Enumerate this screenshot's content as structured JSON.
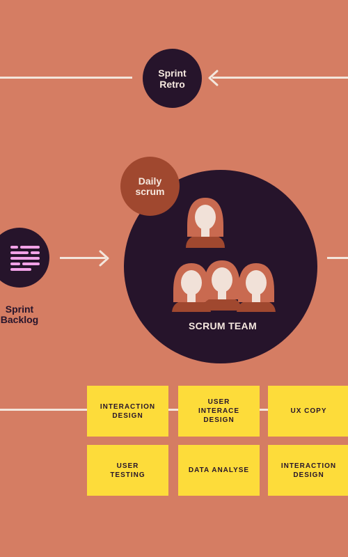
{
  "retro": {
    "label": "Sprint\nRetro"
  },
  "daily": {
    "label": "Daily\nscrum"
  },
  "backlog": {
    "label": "Sprint\nBacklog",
    "icon": "list-icon"
  },
  "team": {
    "label": "SCRUM TEAM"
  },
  "tasks": [
    "INTERACTION\nDESIGN",
    "USER\nINTERACE\nDESIGN",
    "UX COPY",
    "USER\nTESTING",
    "DATA ANALYSE",
    "INTERACTION\nDESIGN"
  ],
  "colors": {
    "background": "#d57d63",
    "dark": "#26142b",
    "daily": "#a0482f",
    "sticky": "#fddc3a",
    "icon": "#f2a2e8",
    "line": "#f3e6dc"
  }
}
